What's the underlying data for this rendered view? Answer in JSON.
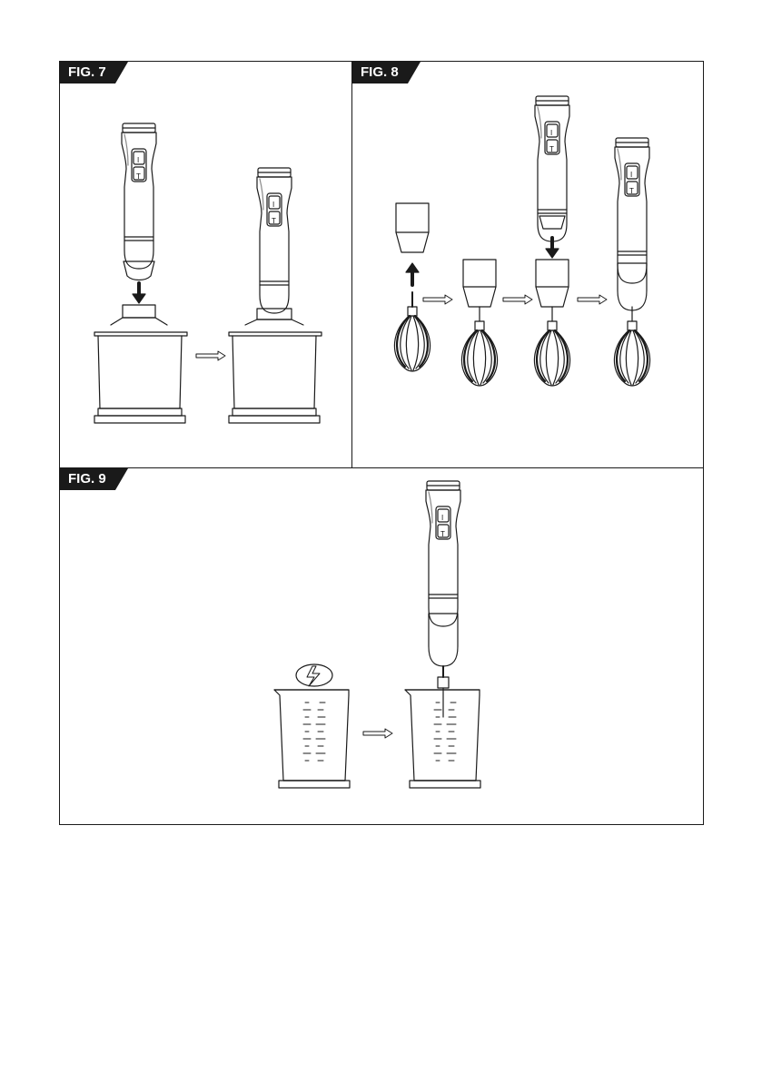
{
  "figures": {
    "fig7": {
      "label": "FIG. 7"
    },
    "fig8": {
      "label": "FIG. 8"
    },
    "fig9": {
      "label": "FIG. 9"
    }
  },
  "buttons": {
    "on": "I",
    "turbo": "T"
  },
  "icons": [
    "down-arrow-icon",
    "up-arrow-icon",
    "right-arrow-icon",
    "whisk-icon",
    "beaker-icon",
    "blender-icon",
    "chopper-bowl-icon",
    "food-icon"
  ]
}
